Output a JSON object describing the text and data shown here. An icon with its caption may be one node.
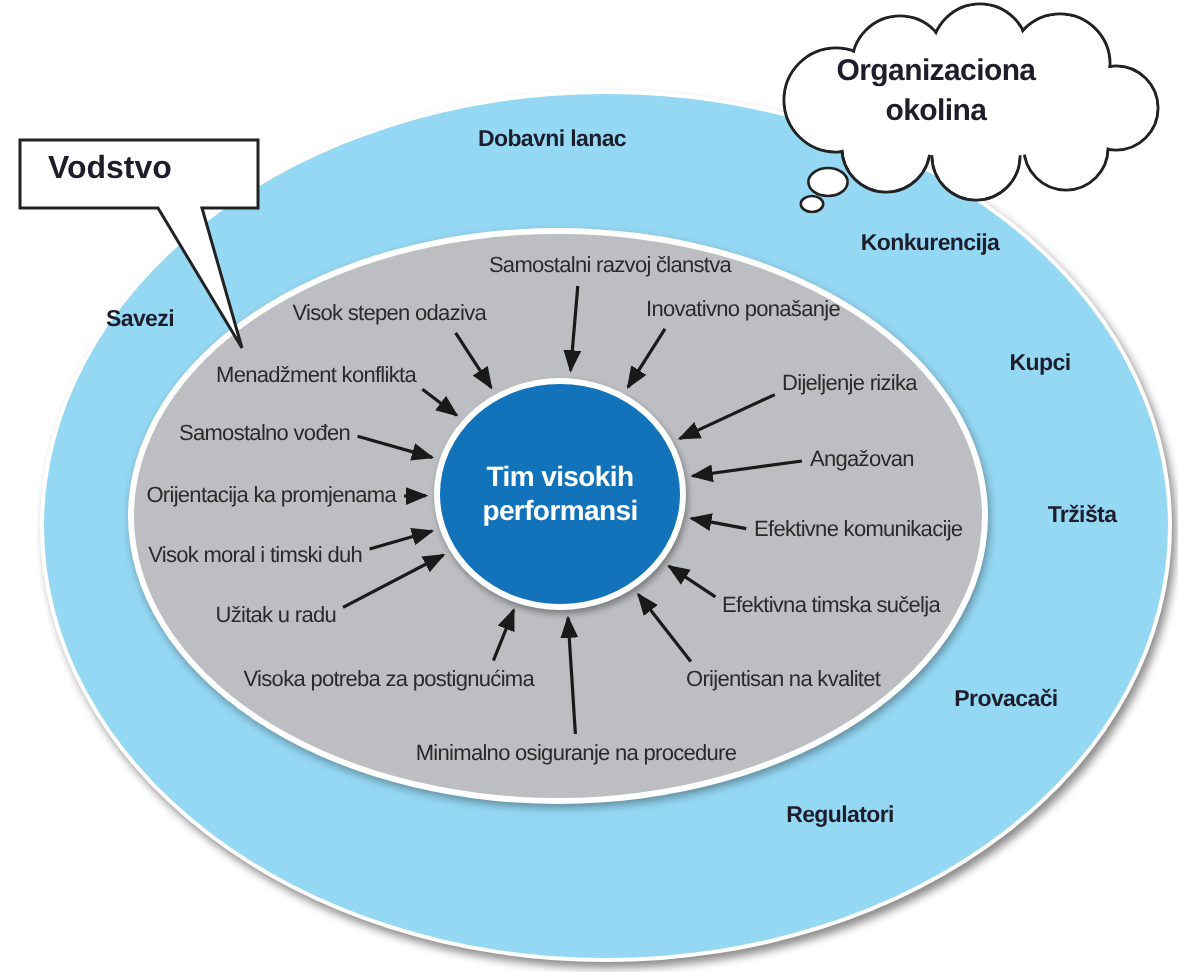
{
  "diagram": {
    "nodes": [
      {
        "text": [
          "Organizaciona okolina"
        ]
      },
      {
        "text": [
          "Vodstvo"
        ]
      },
      {
        "text": [],
        "shape": "ellipse"
      },
      {
        "text": [],
        "shape": "ellipse",
        "in": 2
      },
      {
        "text": [
          "Tim visokih performansi"
        ],
        "in": 3
      },
      {
        "text": [
          "Samostalni razvoj članstva"
        ],
        "in": 3
      },
      {
        "text": [
          "Visok stepen odaziva"
        ],
        "in": 3
      },
      {
        "text": [
          "Inovativno ponašanje"
        ],
        "in": 3
      },
      {
        "text": [
          "Menadžment konflikta"
        ],
        "in": 3
      },
      {
        "text": [
          "Dijeljenje rizika"
        ],
        "in": 3
      },
      {
        "text": [
          "Samostalno vođen"
        ],
        "in": 3
      },
      {
        "text": [
          "Angažovan"
        ],
        "in": 3
      },
      {
        "text": [
          "Orijentacija ka promjenama"
        ],
        "in": 3
      },
      {
        "text": [
          "Efektivne komunikacije"
        ],
        "in": 3
      },
      {
        "text": [
          "Visok moral i timski duh"
        ],
        "in": 3
      },
      {
        "text": [
          "Efektivna timska sučelja"
        ],
        "in": 3
      },
      {
        "text": [
          "Užitak u radu"
        ],
        "in": 3
      },
      {
        "text": [
          "Visoka potreba za postignućima"
        ],
        "in": 3
      },
      {
        "text": [
          "Orijentisan na kvalitet"
        ],
        "in": 3
      },
      {
        "text": [
          "Minimalno osiguranje na procedure"
        ],
        "in": 3
      }
    ],
    "edges": [
      {
        "from": 5,
        "to": 4,
        "arrow": "to"
      },
      {
        "from": 6,
        "to": 4,
        "arrow": "to"
      },
      {
        "from": 7,
        "to": 4,
        "arrow": "to"
      },
      {
        "from": 8,
        "to": 4,
        "arrow": "to"
      },
      {
        "from": 9,
        "to": 4,
        "arrow": "to"
      },
      {
        "from": 10,
        "to": 4,
        "arrow": "to"
      },
      {
        "from": 11,
        "to": 4,
        "arrow": "to"
      },
      {
        "from": 12,
        "to": 4,
        "arrow": "to"
      },
      {
        "from": 13,
        "to": 4,
        "arrow": "to"
      },
      {
        "from": 14,
        "to": 4,
        "arrow": "to"
      },
      {
        "from": 15,
        "to": 4,
        "arrow": "to"
      },
      {
        "from": 16,
        "to": 4,
        "arrow": "to"
      },
      {
        "from": 17,
        "to": 4,
        "arrow": "to"
      },
      {
        "from": 18,
        "to": 4,
        "arrow": "to"
      },
      {
        "from": 19,
        "to": 4,
        "arrow": "to"
      }
    ],
    "labels": [
      "Dobavni lanac",
      "Konkurencija",
      "Savezi",
      "Kupci",
      "Tržišta",
      "Provacači",
      "Regulatori"
    ]
  }
}
